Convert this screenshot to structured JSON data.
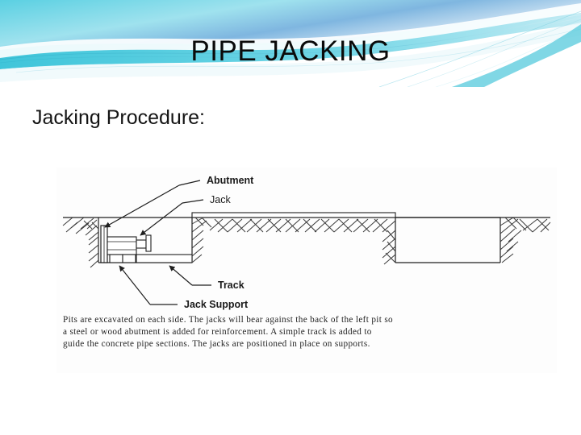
{
  "slide": {
    "title": "PIPE JACKING",
    "subtitle": "Jacking Procedure:"
  },
  "theme": {
    "wave_cyan": "#4ec8dd",
    "wave_light_cyan": "#8fdcea",
    "wave_blue": "#7fb6e0",
    "wave_deep": "#2bb6cf",
    "background": "#ffffff",
    "title_color": "#0a0a0a",
    "diagram_ink": "#1b1b1b"
  },
  "figure": {
    "name": "pipe-jacking-diagram",
    "labels": [
      {
        "id": "abutment",
        "text": "Abutment",
        "weight": "bold"
      },
      {
        "id": "jack",
        "text": "Jack",
        "weight": "normal"
      },
      {
        "id": "track",
        "text": "Track",
        "weight": "bold"
      },
      {
        "id": "jack-support",
        "text": "Jack Support",
        "weight": "bold"
      }
    ],
    "caption_lines": [
      "Pits are excavated on each side. The jacks will bear against the back of the left pit so",
      "a steel or wood abutment is added for reinforcement. A simple track is added to",
      "guide the concrete pipe sections. The jacks are positioned in place on supports."
    ]
  }
}
